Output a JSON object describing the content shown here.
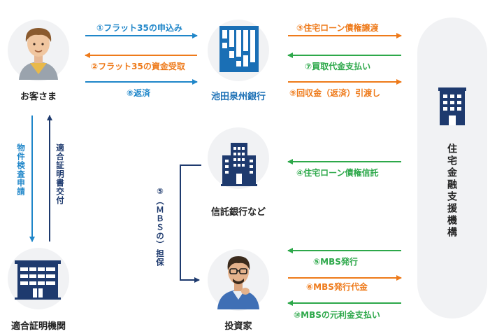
{
  "nodes": {
    "customer": "お客さま",
    "bank": "池田泉州銀行",
    "trust_bank": "信託銀行など",
    "investor": "投資家",
    "inspection_agency": "適合証明機関",
    "jhf": "住宅金融支援機構"
  },
  "arrows": {
    "a1": "①フラット35の申込み",
    "a2": "②フラット35の資金受取",
    "a8": "⑧返済",
    "a3": "③住宅ローン債権譲渡",
    "a7": "⑦買取代金支払い",
    "a9": "⑨回収金（返済）引渡し",
    "a4": "④住宅ローン債権信託",
    "a5": "⑤MBS発行",
    "a6": "⑥MBS発行代金",
    "a10": "⑩MBSの元利金支払い",
    "collateral": "⑤（ＭＢＳの）担保",
    "inspection_request": "物件検査申請",
    "certificate_issue": "適合証明書交付"
  },
  "colors": {
    "blue": "#1f86c9",
    "orange": "#ee7a1a",
    "green": "#2da84a",
    "navy": "#1e3a6e",
    "bank_blue": "#1a6fb5"
  }
}
